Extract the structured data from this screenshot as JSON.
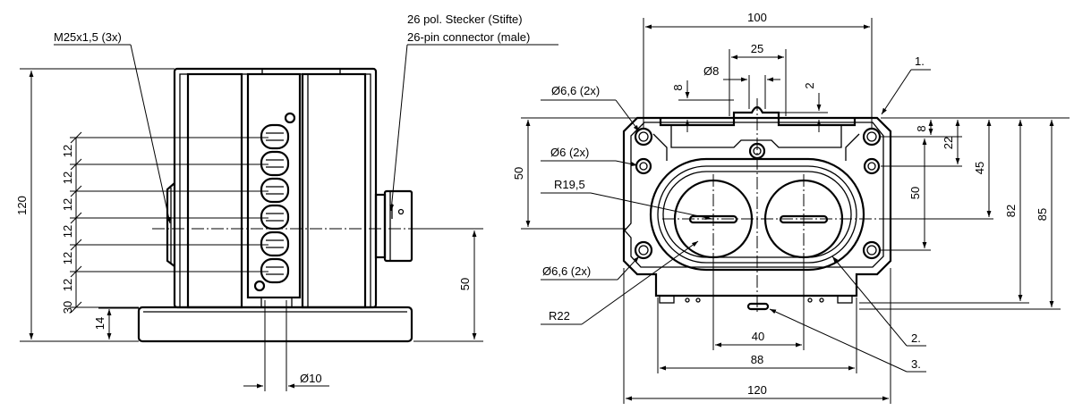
{
  "left_view": {
    "callout_thread": "M25x1,5 (3x)",
    "callout_connector_de": "26 pol. Stecker (Stifte)",
    "callout_connector_en": "26-pin connector (male)",
    "dim_height_120": "120",
    "dim_pitch": [
      "12",
      "12",
      "12",
      "12",
      "12",
      "12"
    ],
    "dim_30": "30",
    "dim_14": "14",
    "dim_50": "50",
    "dim_dia10": "Ø10"
  },
  "right_view": {
    "dim_100": "100",
    "dim_25": "25",
    "dim_dia8": "Ø8",
    "dim_8_top": "8",
    "dim_2": "2",
    "hole_top": "Ø6,6 (2x)",
    "hole_side": "Ø6 (2x)",
    "hole_bottom": "Ø6,6 (2x)",
    "radius_195": "R19,5",
    "radius_22": "R22",
    "dim_50_left": "50",
    "dim_8_right": "8",
    "dim_22": "22",
    "dim_50_mid": "50",
    "dim_45": "45",
    "dim_82": "82",
    "dim_85": "85",
    "dim_40": "40",
    "dim_88": "88",
    "dim_120": "120",
    "item_1": "1.",
    "item_2": "2.",
    "item_3": "3."
  }
}
